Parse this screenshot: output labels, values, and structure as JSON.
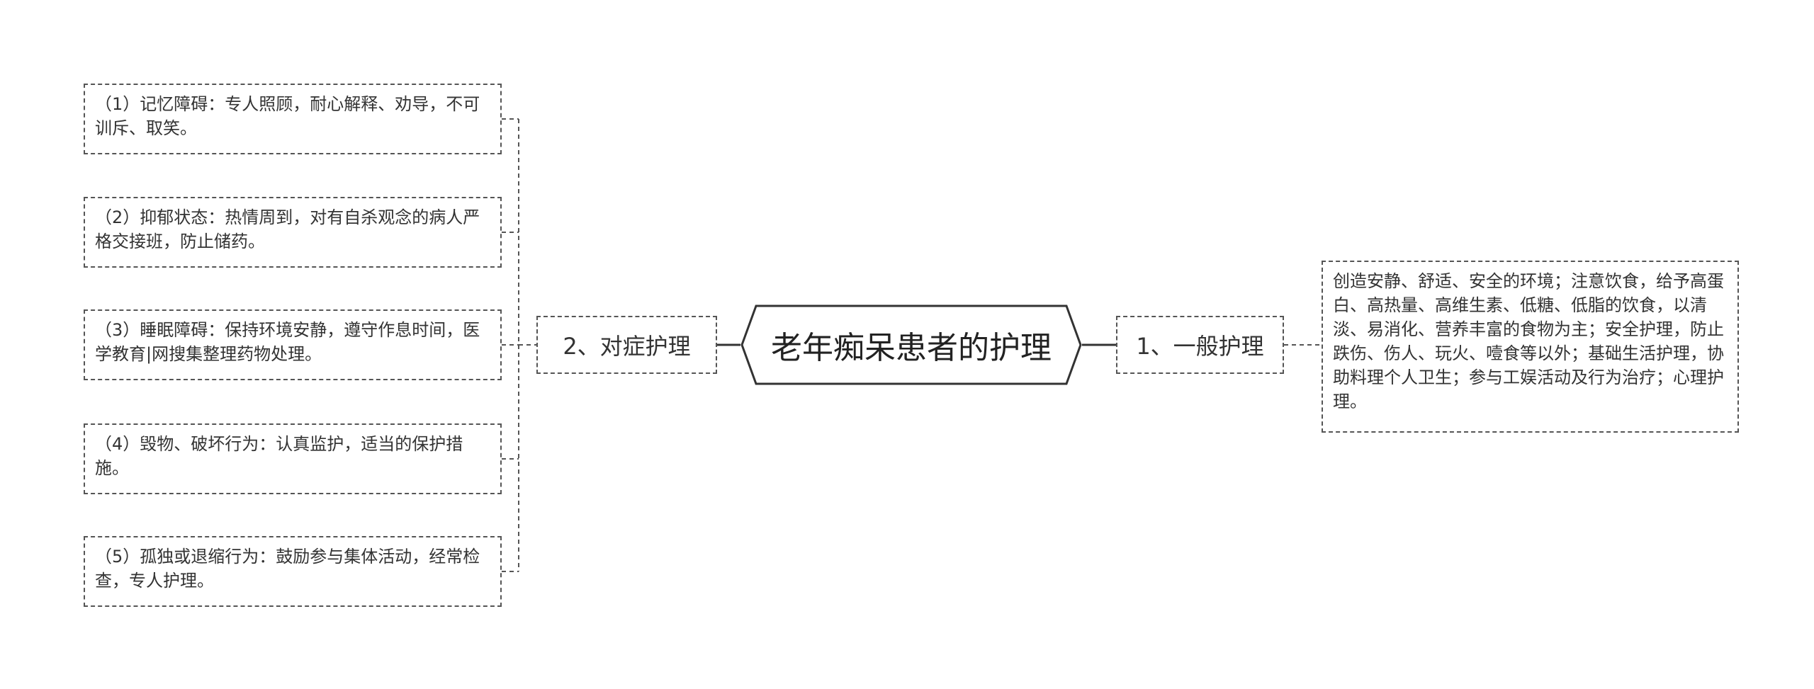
{
  "center": {
    "title": "老年痴呆患者的护理"
  },
  "branches": {
    "left": {
      "label": "2、对症护理",
      "items": [
        "（1）记忆障碍：专人照顾，耐心解释、劝导，不可训斥、取笑。",
        "（2）抑郁状态：热情周到，对有自杀观念的病人严格交接班，防止储药。",
        "（3）睡眠障碍：保持环境安静，遵守作息时间，医学教育|网搜集整理药物处理。",
        "（4）毁物、破坏行为：认真监护，适当的保护措施。",
        "（5）孤独或退缩行为：鼓励参与集体活动，经常检查，专人护理。"
      ]
    },
    "right": {
      "label": "1、一般护理",
      "items": [
        "创造安静、舒适、安全的环境；注意饮食，给予高蛋白、高热量、高维生素、低糖、低脂的饮食，以清淡、易消化、营养丰富的食物为主；安全护理，防止跌伤、伤人、玩火、噎食等以外；基础生活护理，协助料理个人卫生；参与工娱活动及行为治疗；心理护理。"
      ]
    }
  },
  "colors": {
    "line": "#333333",
    "dashed_border": "#555555",
    "text": "#333333"
  }
}
